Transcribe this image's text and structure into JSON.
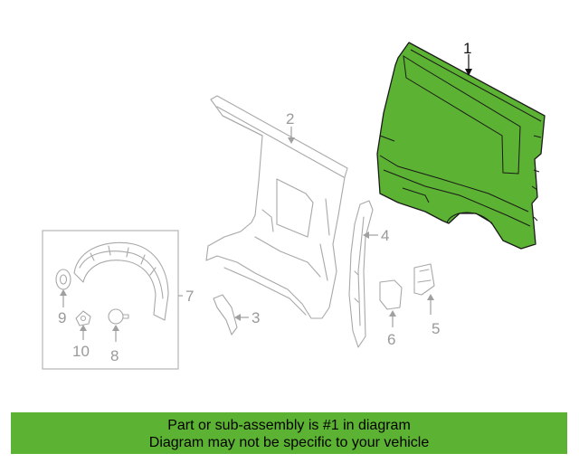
{
  "diagram": {
    "callouts": {
      "p1": "1",
      "p2": "2",
      "p3": "3",
      "p4": "4",
      "p5": "5",
      "p6": "6",
      "p7": "7",
      "p8": "8",
      "p9": "9",
      "p10": "10"
    },
    "highlight_color": "#5cb232"
  },
  "banner": {
    "line1": "Part or sub-assembly is #1 in diagram",
    "line2": "Diagram may not be specific to your vehicle"
  }
}
